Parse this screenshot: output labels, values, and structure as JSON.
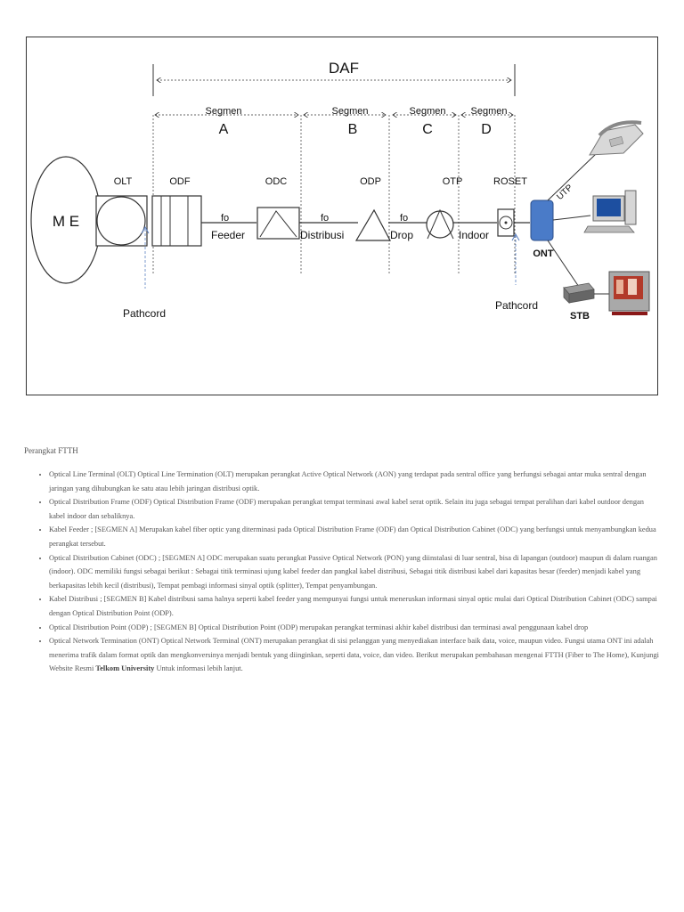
{
  "diagram": {
    "daf": "DAF",
    "segments": [
      {
        "top": "Segmen",
        "letter": "A"
      },
      {
        "top": "Segmen",
        "letter": "B"
      },
      {
        "top": "Segmen",
        "letter": "C"
      },
      {
        "top": "Segmen",
        "letter": "D"
      }
    ],
    "me": "M E",
    "olt": "OLT",
    "odf": "ODF",
    "odc": "ODC",
    "odp": "ODP",
    "otp": "OTP",
    "roset": "ROSET",
    "utp": "UTP",
    "ont": "ONT",
    "stb": "STB",
    "fo": "fo",
    "feeder": "Feeder",
    "distribusi": "Distribusi",
    "drop": "Drop",
    "indoor": "Indoor",
    "pathcord_left": "Pathcord",
    "pathcord_right": "Pathcord"
  },
  "section_title": "Perangkat FTTH",
  "items": [
    {
      "text": "Optical Line Terminal (OLT) Optical Line Termination (OLT) merupakan perangkat Active Optical Network (AON) yang terdapat pada sentral office yang berfungsi sebagai antar muka sentral dengan jaringan yang dihubungkan ke satu atau lebih jaringan distribusi optik."
    },
    {
      "text": "Optical Distribution Frame (ODF) Optical Distribution Frame (ODF) merupakan perangkat tempat terminasi awal kabel serat optik. Selain itu juga sebagai tempat peralihan dari kabel outdoor dengan kabel indoor dan sebaliknya."
    },
    {
      "text": "Kabel Feeder ; [SEGMEN A] Merupakan kabel fiber optic yang diterminasi pada Optical Distribution Frame (ODF) dan Optical Distribution Cabinet (ODC) yang berfungsi untuk menyambungkan kedua perangkat tersebut."
    },
    {
      "text": "Optical Distribution Cabinet (ODC) ; [SEGMEN A] ODC merupakan suatu perangkat Passive Optical Network (PON) yang diinstalasi di luar sentral, bisa di lapangan (outdoor) maupun di dalam ruangan (indoor). ODC memiliki fungsi sebagai berikut : Sebagai titik terminasi ujung kabel feeder dan pangkal kabel distribusi, Sebagai titik distribusi kabel dari kapasitas besar (feeder) menjadi kabel yang berkapasitas lebih kecil (distribusi),  Tempat pembagi informasi sinyal optik (splitter),  Tempat penyambungan."
    },
    {
      "text": "Kabel Distribusi ; [SEGMEN B] Kabel distribusi sama halnya seperti kabel feeder yang mempunyai fungsi untuk meneruskan informasi sinyal optic mulai dari Optical Distribution Cabinet (ODC) sampai dengan Optical Distribution Point (ODP)."
    },
    {
      "text": "Optical Distribution Point (ODP) ; [SEGMEN B] Optical Distribution Point (ODP) merupakan perangkat terminasi akhir kabel distribusi dan terminasi awal penggunaan kabel drop"
    },
    {
      "text": "Optical Network Termination (ONT) Optical Network Terminal (ONT) merupakan perangkat di sisi pelanggan yang menyediakan interface baik data, voice, maupun video. Fungsi utama ONT ini adalah menerima trafik dalam format optik dan mengkonversinya menjadi bentuk yang diinginkan, seperti data, voice, dan video. Berikut merupakan pembahasan mengenai FTTH (Fiber to The Home), Kunjungi Website Resmi ",
      "bold": "Telkom University",
      "after": " Untuk informasi lebih lanjut."
    }
  ]
}
